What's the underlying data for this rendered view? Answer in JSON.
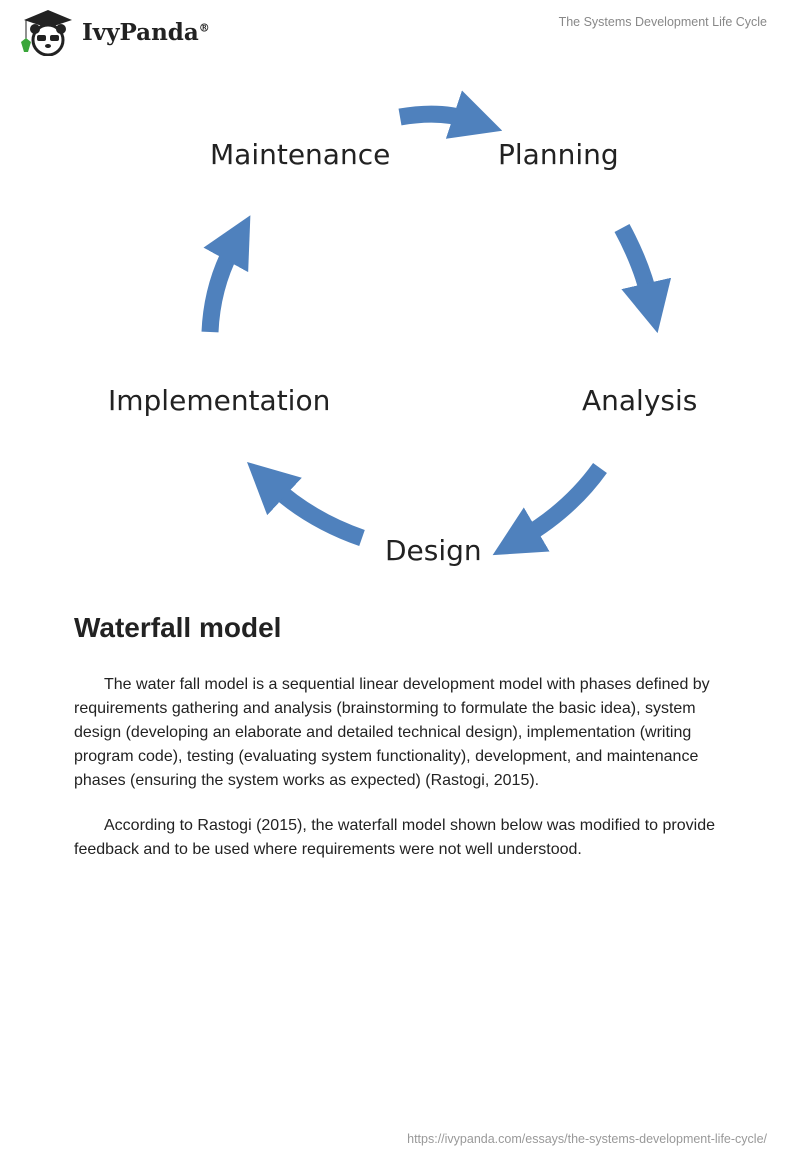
{
  "header": {
    "brand": "IvyPanda",
    "registered": "®",
    "title": "The Systems Development Life Cycle"
  },
  "diagram": {
    "labels": {
      "planning": "Planning",
      "analysis": "Analysis",
      "design": "Design",
      "implementation": "Implementation",
      "maintenance": "Maintenance"
    },
    "arrow_color": "#4f81bd"
  },
  "section": {
    "heading": "Waterfall model",
    "paragraphs": [
      "The water fall model is a sequential linear development model with phases defined by requirements gathering and analysis (brainstorming to formulate the basic idea), system design (developing an elaborate and detailed technical design), implementation (writing program code), testing (evaluating system functionality), development, and maintenance phases (ensuring the system works as expected) (Rastogi, 2015).",
      "According to Rastogi (2015), the waterfall model shown below was modified to provide feedback and to be used where requirements were not well understood."
    ]
  },
  "footer": {
    "url": "https://ivypanda.com/essays/the-systems-development-life-cycle/"
  }
}
